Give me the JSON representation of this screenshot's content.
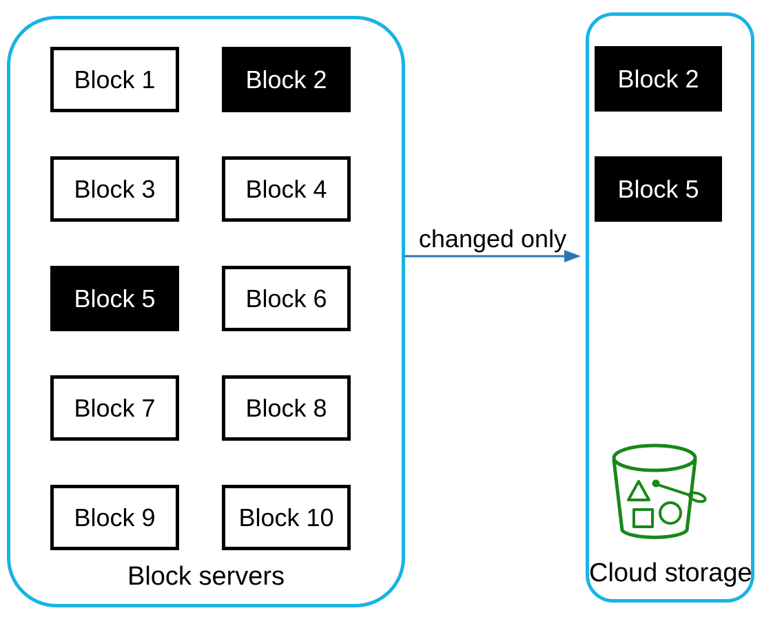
{
  "left_panel": {
    "label": "Block servers",
    "blocks": [
      {
        "label": "Block 1",
        "changed": false
      },
      {
        "label": "Block 2",
        "changed": true
      },
      {
        "label": "Block 3",
        "changed": false
      },
      {
        "label": "Block 4",
        "changed": false
      },
      {
        "label": "Block 5",
        "changed": true
      },
      {
        "label": "Block 6",
        "changed": false
      },
      {
        "label": "Block 7",
        "changed": false
      },
      {
        "label": "Block 8",
        "changed": false
      },
      {
        "label": "Block 9",
        "changed": false
      },
      {
        "label": "Block 10",
        "changed": false
      }
    ]
  },
  "arrow": {
    "label": "changed only",
    "direction": "right"
  },
  "right_panel": {
    "label": "Cloud storage",
    "icon": "s3-bucket-icon",
    "blocks": [
      {
        "label": "Block 2",
        "changed": true
      },
      {
        "label": "Block 5",
        "changed": true
      }
    ]
  },
  "colors": {
    "panel_border": "#18b4e2",
    "arrow": "#2e74b5",
    "bucket_green": "#188818",
    "changed_bg": "#000000",
    "changed_fg": "#ffffff"
  }
}
